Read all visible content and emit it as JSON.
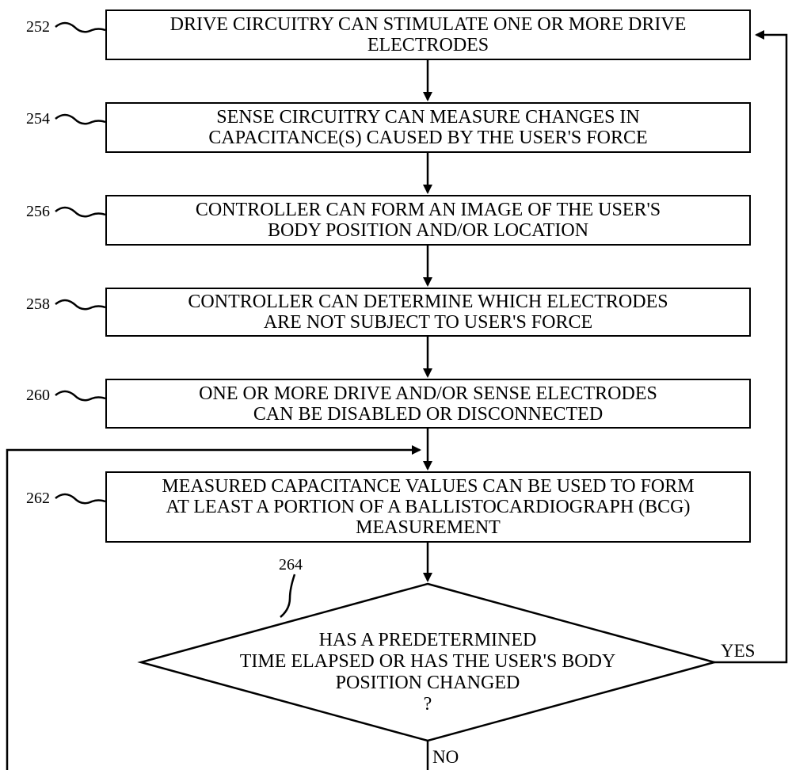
{
  "steps": [
    {
      "ref": "252",
      "lines": [
        "DRIVE CIRCUITRY CAN STIMULATE ONE OR MORE DRIVE",
        "ELECTRODES"
      ]
    },
    {
      "ref": "254",
      "lines": [
        "SENSE CIRCUITRY CAN MEASURE CHANGES IN",
        "CAPACITANCE(S) CAUSED BY THE USER'S FORCE"
      ]
    },
    {
      "ref": "256",
      "lines": [
        "CONTROLLER CAN FORM AN IMAGE OF THE USER'S",
        "BODY POSITION AND/OR LOCATION"
      ]
    },
    {
      "ref": "258",
      "lines": [
        "CONTROLLER CAN DETERMINE WHICH ELECTRODES",
        "ARE NOT SUBJECT TO USER'S FORCE"
      ]
    },
    {
      "ref": "260",
      "lines": [
        "ONE OR MORE DRIVE AND/OR SENSE ELECTRODES",
        "CAN BE DISABLED OR DISCONNECTED"
      ]
    },
    {
      "ref": "262",
      "lines": [
        "MEASURED CAPACITANCE VALUES CAN BE USED TO FORM",
        "AT LEAST A PORTION OF A BALLISTOCARDIOGRAPH (BCG)",
        "MEASUREMENT"
      ]
    }
  ],
  "decision": {
    "ref": "264",
    "lines": [
      "HAS A PREDETERMINED",
      "TIME ELAPSED OR HAS THE USER'S BODY",
      "POSITION CHANGED",
      "?"
    ],
    "yes_label": "YES",
    "no_label": "NO"
  }
}
